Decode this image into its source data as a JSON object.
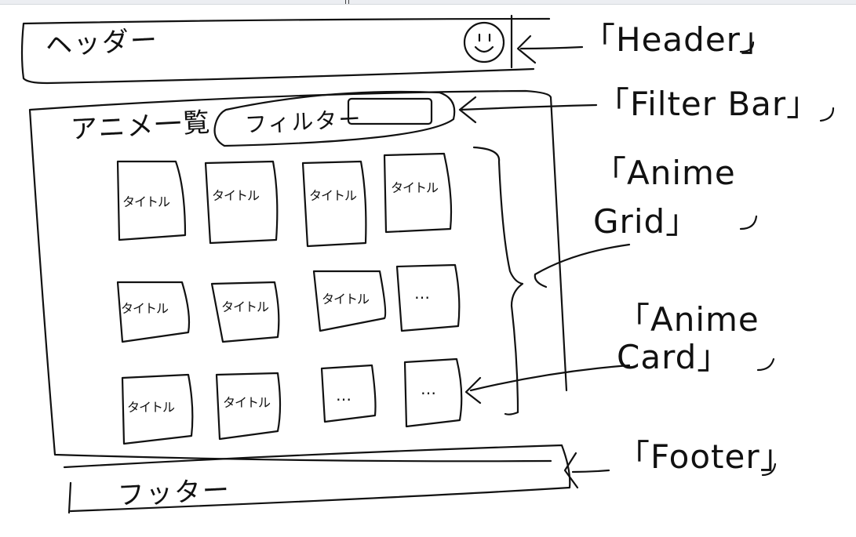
{
  "header": {
    "title": "ヘッダー",
    "annotation": "「Header」"
  },
  "main": {
    "page_title": "アニメ一覧",
    "filter_label": "フィルター",
    "filter_annotation": "「Filter Bar」",
    "grid_annotation": "「Anime Grid」",
    "card_annotation": "「Anime Card」",
    "cards": [
      "タイトル",
      "タイトル",
      "タイトル",
      "タイトル",
      "タイトル",
      "タイトル",
      "タイトル",
      "…",
      "タイトル",
      "タイトル",
      "…",
      "…"
    ]
  },
  "footer": {
    "title": "フッター",
    "annotation": "「Footer」"
  }
}
